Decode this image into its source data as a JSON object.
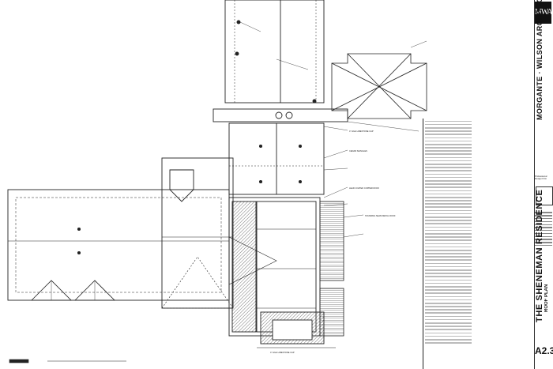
{
  "title_block": {
    "logo": "MWA",
    "firm": "MORGANTE · WILSON ARCHITECTS, LTD.",
    "project": "THE SHENEMAN RESIDENCE",
    "sheet_title": "ROOF PLAN",
    "sheet_number": "A2.3",
    "professional_note": "Professional Design Firm"
  },
  "plan_labels": {
    "cap": "4\" HGH LIMESTONE CAP",
    "shingles": "CEDAR SHINGLES",
    "copper": "LEAD COATED COPPER ROOF",
    "metal": "STANDING SEAM METAL ROOF"
  },
  "colors": {
    "line": "#222222",
    "hatch": "#555555",
    "paper": "#ffffff"
  }
}
